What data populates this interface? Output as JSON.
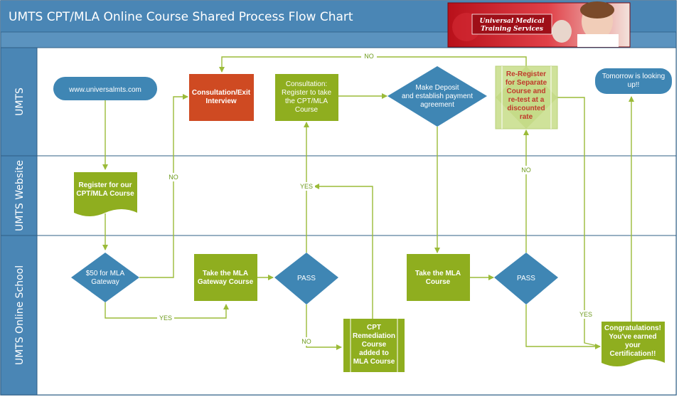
{
  "title": "UMTS CPT/MLA Online Course Shared Process Flow Chart",
  "logo": {
    "line1": "Universal Medical",
    "line2": "Training Services"
  },
  "lanes": [
    {
      "label": "UMTS"
    },
    {
      "label": "UMTS Website"
    },
    {
      "label": "UMTS Online School"
    }
  ],
  "nodes": {
    "website": [
      "www.universalmts.com"
    ],
    "exit_interview": [
      "Consultation/Exit",
      "Interview"
    ],
    "consult_register": [
      "Consultation:",
      "Register to take",
      "the CPT/MLA",
      "Course"
    ],
    "make_deposit": [
      "Make Deposit",
      "and establish payment",
      "agreement"
    ],
    "reregister": [
      "Re-Register",
      "for Separate",
      "Course and",
      "re-test at a",
      "discounted",
      "rate"
    ],
    "tomorrow": [
      "Tomorrow is looking",
      "up!!"
    ],
    "register_course": [
      "Register for our",
      "CPT/MLA Course"
    ],
    "mla_gateway_fee": [
      "$50 for MLA",
      "Gateway"
    ],
    "take_gateway": [
      "Take the MLA",
      "Gateway Course"
    ],
    "pass1": [
      "PASS"
    ],
    "remediation": [
      "CPT",
      "Remediation",
      "Course",
      "added to",
      "MLA Course"
    ],
    "take_mla": [
      "Take the MLA",
      "Course"
    ],
    "pass2": [
      "PASS"
    ],
    "congrats": [
      "Congratulations!",
      "You've earned",
      "your",
      "Certification!!"
    ]
  },
  "edge_labels": {
    "no_top": "NO",
    "no_gateway": "NO",
    "yes_website": "YES",
    "yes_gateway": "YES",
    "no_pass1": "NO",
    "no_pass2": "NO",
    "yes_pass2": "YES"
  },
  "colors": {
    "header": "#4a86b5",
    "lane_header": "#4a86b5",
    "blue_node": "#3f86b4",
    "green_node": "#8fae1f",
    "red_node": "#cf4a22",
    "light_green": "#cfe29a",
    "edge": "#9bbb38",
    "border": "#2f5f86"
  }
}
